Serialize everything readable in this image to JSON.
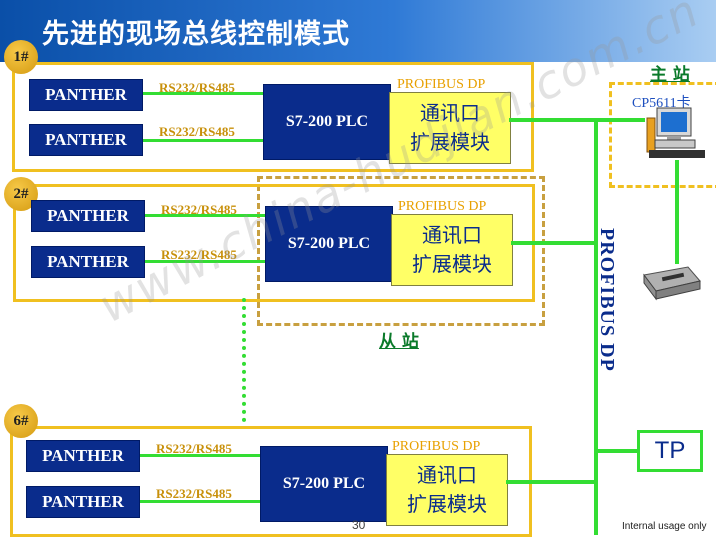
{
  "title": "先进的现场总线控制模式",
  "stations": [
    {
      "badge": "1#",
      "panthers": [
        "PANTHER",
        "PANTHER"
      ],
      "links": [
        "RS232/RS485",
        "RS232/RS485"
      ],
      "plc": "S7-200  PLC",
      "bus_label": "PROFIBUS DP",
      "comm_line1": "通讯口",
      "comm_line2": "扩展模块"
    },
    {
      "badge": "2#",
      "panthers": [
        "PANTHER",
        "PANTHER"
      ],
      "links": [
        "RS232/RS485",
        "RS232/RS485"
      ],
      "plc": "S7-200  PLC",
      "bus_label": "PROFIBUS DP",
      "comm_line1": "通讯口",
      "comm_line2": "扩展模块"
    },
    {
      "badge": "6#",
      "panthers": [
        "PANTHER",
        "PANTHER"
      ],
      "links": [
        "RS232/RS485",
        "RS232/RS485"
      ],
      "plc": "S7-200  PLC",
      "bus_label": "PROFIBUS DP",
      "comm_line1": "通讯口",
      "comm_line2": "扩展模块"
    }
  ],
  "master_label": "主 站",
  "slave_label": "从 站",
  "cp_card_label": "CP5611卡",
  "bus_vertical_label": "PROFIBUS DP",
  "tp_label": "TP",
  "page_number": "30",
  "footer_note": "Internal usage only",
  "watermark": "www.china-hudjian.com.cn",
  "colors": {
    "title_bar": "#0a4fa8",
    "device_blue": "#0a2c8c",
    "module_yellow": "#ffff66",
    "bus_green": "#33dd33",
    "station_border": "#f0c020"
  },
  "icons": [
    "computer-icon",
    "printer-icon"
  ]
}
